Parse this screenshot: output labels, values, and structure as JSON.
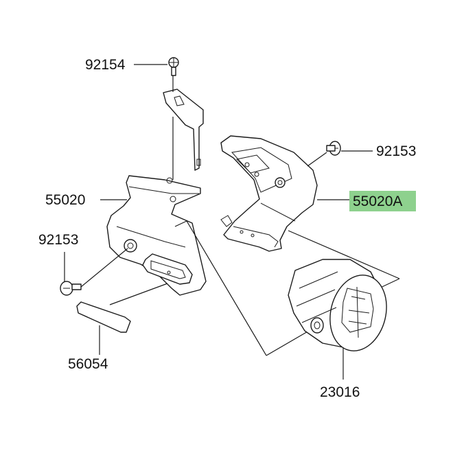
{
  "diagram": {
    "parts": [
      {
        "id": "92154",
        "label": "92154",
        "highlighted": false
      },
      {
        "id": "92153-right",
        "label": "92153",
        "highlighted": false
      },
      {
        "id": "55020",
        "label": "55020",
        "highlighted": false
      },
      {
        "id": "55020A",
        "label": "55020A",
        "highlighted": true
      },
      {
        "id": "92153-left",
        "label": "92153",
        "highlighted": false
      },
      {
        "id": "56054",
        "label": "56054",
        "highlighted": false
      },
      {
        "id": "23016",
        "label": "23016",
        "highlighted": false
      }
    ],
    "colors": {
      "highlight": "#8ed18e",
      "line": "#1a1a1a",
      "background": "#ffffff"
    }
  }
}
